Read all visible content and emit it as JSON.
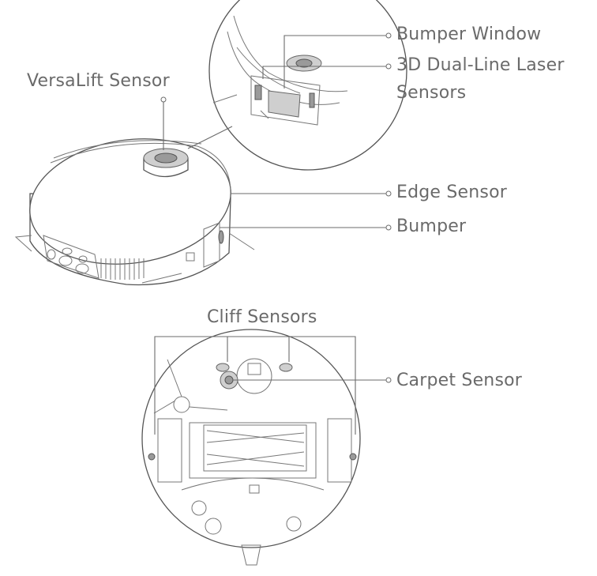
{
  "labels": {
    "bumper_window": "Bumper Window",
    "laser_sensors_line1": "3D Dual-Line Laser",
    "laser_sensors_line2": "Sensors",
    "versalift_sensor": "VersaLift Sensor",
    "edge_sensor": "Edge Sensor",
    "bumper": "Bumper",
    "cliff_sensors": "Cliff Sensors",
    "carpet_sensor": "Carpet Sensor"
  },
  "colors": {
    "line": "#6b6b6b",
    "text": "#6a6a6a",
    "sensor_fill": "#cfcfcf"
  }
}
